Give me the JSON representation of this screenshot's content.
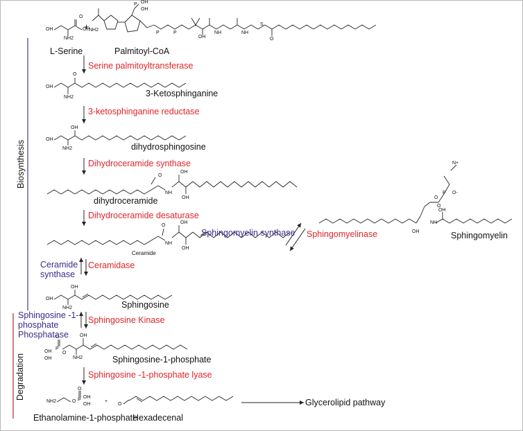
{
  "compounds": {
    "serine": "L-Serine",
    "palmitoyl_coa": "Palmitoyl-CoA",
    "ketosphinganine": "3-Ketosphinganine",
    "dihydrosphingosine": "dihydrosphingosine",
    "dihydroceramide": "dihydroceramide",
    "ceramide": "Ceramide",
    "sphingosine": "Sphingosine",
    "s1p": "Sphingosine-1-phosphate",
    "ethanolamine_p": "Ethanolamine-1-phosphate",
    "hexadecenal": "Hexadecenal",
    "sphingomyelin": "Sphingomyelin",
    "glycerolipid": "Glycerolipid pathway"
  },
  "enzymes": {
    "spt": "Serine palmitoyltransferase",
    "ksr": "3-ketosphinganine reductase",
    "cers": "Dihydroceramide synthase",
    "des": "Dihydroceramide desaturase",
    "sms": "Sphingomyelin synthase",
    "smase": "Sphingomyelinase",
    "cer_synth_1": "Ceramide",
    "cer_synth_2": "synthase",
    "ceramidase": "Ceramidase",
    "sk": "Sphingosine Kinase",
    "spp_1": "Sphingosine -1-",
    "spp_2": "phosphate",
    "spp_3": "Phosphatase",
    "lyase": "Sphingosine -1-phosphate lyase"
  },
  "phases": {
    "biosynthesis": "Biosynthesis",
    "degradation": "Degradation"
  },
  "atoms": {
    "oh": "OH",
    "nh2": "NH2",
    "nh": "NH",
    "o": "O",
    "p": "P",
    "s": "S",
    "n": "N",
    "n_plus": "N+",
    "o_minus": "O-",
    "plus": "+"
  },
  "colors": {
    "enzyme_degradative": "#e0242a",
    "enzyme_synthetic": "#3a2b8c",
    "biosynthesis_bar": "#4a4aa0",
    "degradation_bar": "#c0392b"
  }
}
